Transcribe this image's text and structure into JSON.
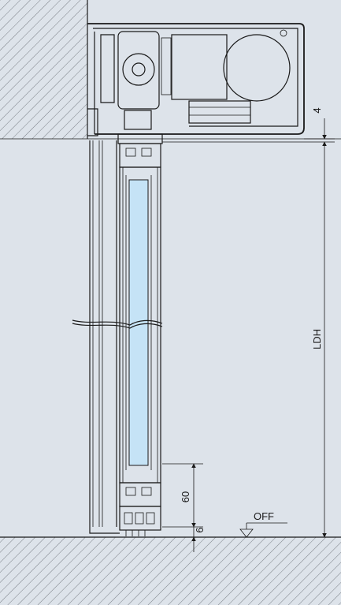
{
  "dimensions": {
    "top_gap": "4",
    "door_height": "LDH",
    "bottom_profile": "60",
    "floor_gap": "6",
    "floor_level": "OFF"
  },
  "colors": {
    "background": "#dde3ea",
    "glass": "#c5e3f6",
    "line": "#1a1a1a",
    "hatch": "#7a7f86"
  }
}
